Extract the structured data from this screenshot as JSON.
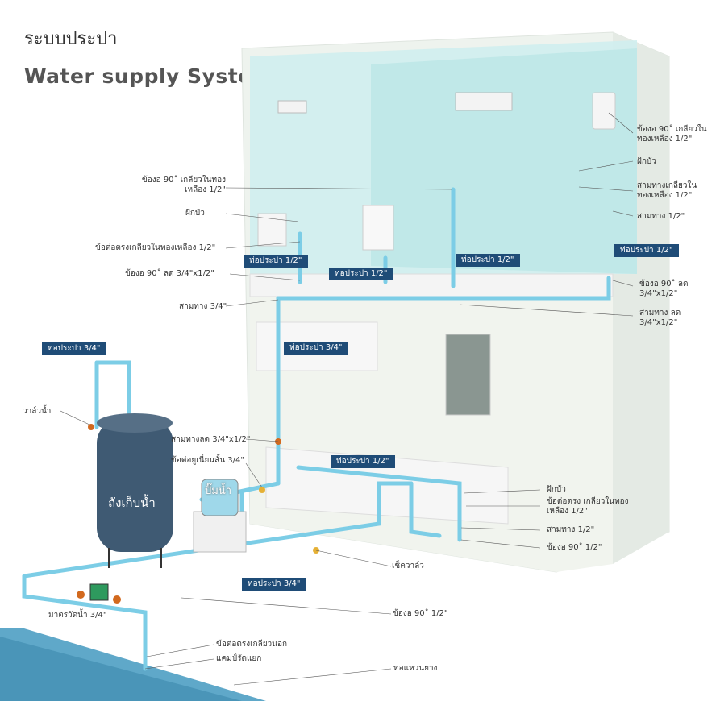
{
  "title": {
    "thai": "ระบบประปา",
    "english": "Water supply System"
  },
  "tags": {
    "pipe_top1": "ท่อประปา 1/2\"",
    "pipe_top2": "ท่อประปา 1/2\"",
    "pipe_top3": "ท่อประปา 1/2\"",
    "pipe_top4": "ท่อประปา 1/2\"",
    "pipe_mid": "ท่อประปา 3/4\"",
    "pipe_tank": "ท่อประปา 3/4\"",
    "pipe_kitchen": "ท่อประปา 1/2\"",
    "pipe_bottom": "ท่อประปา 3/4\""
  },
  "labels": {
    "elbow_brass_top_right": "ข้องอ 90˚ เกลียวในทองเหลือง 1/2\"",
    "shower": "ฝักบัว",
    "tee_brass_right": "สามทางเกลียวใน ทองเหลือง 1/2\"",
    "tee_half_right": "สามทาง 1/2\"",
    "elbow_reducer_right": "ข้องอ 90˚ ลด 3/4\"x1/2\"",
    "tee_reducer_right": "สามทาง ลด 3/4\"x1/2\"",
    "elbow_brass_left": "ข้องอ 90˚ เกลียวในทองเหลือง 1/2\"",
    "shower_left": "ฝักบัว",
    "coupling_brass": "ข้อต่อตรงเกลียวในทองเหลือง 1/2\"",
    "elbow_reducer_left": "ข้องอ 90˚ ลด 3/4\"x1/2\"",
    "tee_three_quarter": "สามทาง 3/4\"",
    "valve": "วาล์วน้ำ",
    "tee_reducer_mid": "สามทางลด 3/4\"x1/2\"",
    "flex_coupling": "ข้อต่อยูเนี่ยนสั้น 3/4\"",
    "shower_kitchen": "ฝักบัว",
    "coupling_kitchen": "ข้อต่อตรง เกลียวในทองเหลือง 1/2\"",
    "tee_kitchen": "สามทาง 1/2\"",
    "elbow_kitchen": "ข้องอ 90˚ 1/2\"",
    "check_valve": "เช็ควาล์ว",
    "elbow_bottom": "ข้องอ 90˚ 1/2\"",
    "meter": "มาตรวัดน้ำ 3/4\"",
    "male_adapter": "ข้อต่อตรงเกลียวนอก",
    "saddle_clamp": "แคมป์รัดแยก",
    "main_pipe": "ท่อแหวนยาง",
    "tank": "ถังเก็บน้ำ",
    "pump": "ปั๊มน้ำ"
  },
  "colors": {
    "pipe": "#7ccde6",
    "tag_bg": "#1f4c77",
    "tank": "#3f5a73",
    "glass": "#cdeef0"
  }
}
